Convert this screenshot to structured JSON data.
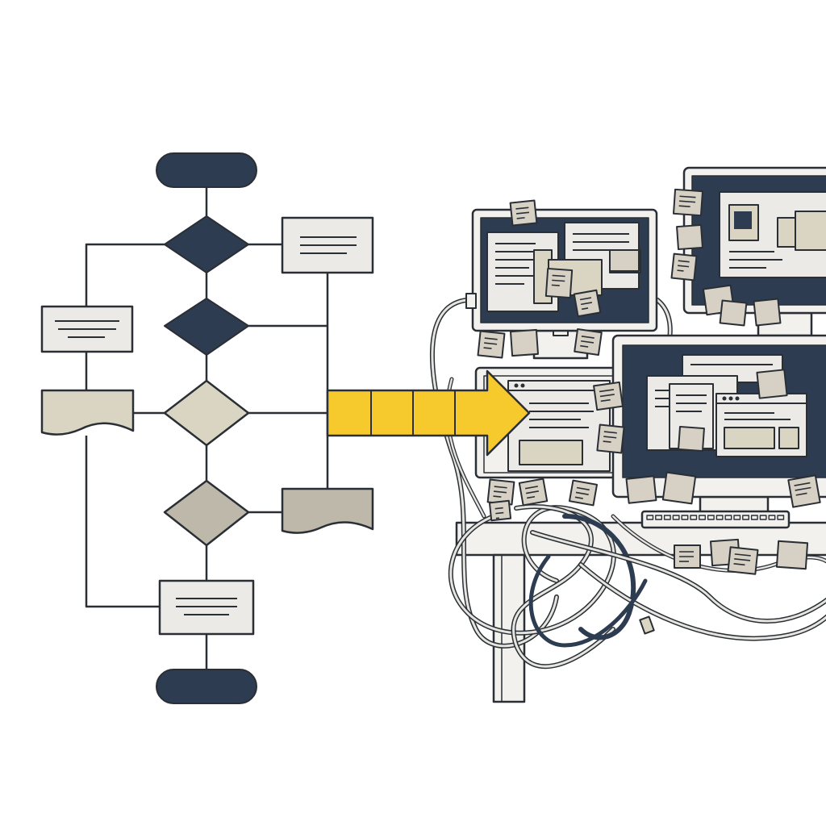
{
  "colors": {
    "ink": "#2a2f36",
    "navy": "#2d3c50",
    "tan": "#dad5c3",
    "gray_tan": "#bdb8a9",
    "paper": "#eceae6",
    "light_panel": "#f2f1ee",
    "note": "#d6d1c4",
    "arrow": "#f6c92c",
    "background": "#ffffff"
  },
  "flowchart": {
    "nodes": [
      {
        "name": "start-terminal",
        "shape": "terminal",
        "fill": "navy"
      },
      {
        "name": "decision-1",
        "shape": "diamond",
        "fill": "navy"
      },
      {
        "name": "decision-2",
        "shape": "diamond",
        "fill": "navy"
      },
      {
        "name": "decision-3",
        "shape": "diamond",
        "fill": "tan"
      },
      {
        "name": "decision-4",
        "shape": "diamond",
        "fill": "gray_tan"
      },
      {
        "name": "process-box-top-right",
        "shape": "process",
        "fill": "paper"
      },
      {
        "name": "process-box-left",
        "shape": "process",
        "fill": "paper"
      },
      {
        "name": "document-left",
        "shape": "document",
        "fill": "tan"
      },
      {
        "name": "document-right",
        "shape": "document",
        "fill": "gray_tan"
      },
      {
        "name": "process-box-bottom",
        "shape": "process",
        "fill": "paper"
      },
      {
        "name": "end-terminal",
        "shape": "terminal",
        "fill": "navy"
      }
    ]
  },
  "transition_arrow": {
    "segments": 4,
    "fill": "arrow"
  },
  "workstation": {
    "monitors": [
      "monitor-top-left",
      "monitor-top-right",
      "monitor-center",
      "monitor-large-right"
    ],
    "sticky_note_count": 28,
    "tangled_cables": true
  }
}
